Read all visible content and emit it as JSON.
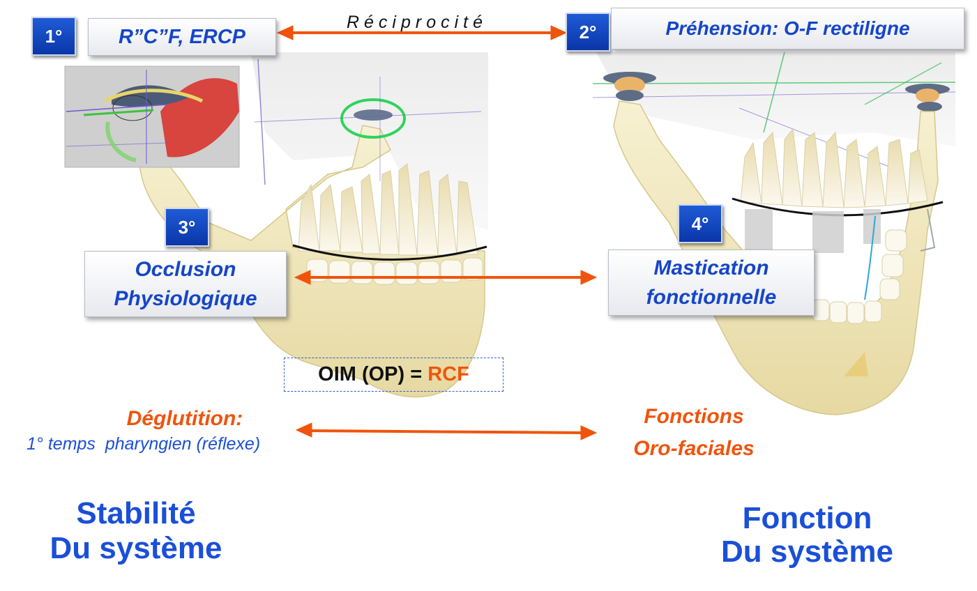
{
  "top": {
    "reciprocity_label": "Réciprocité",
    "box1": {
      "number": "1°",
      "label": "R”C”F, ERCP"
    },
    "box2": {
      "number": "2°",
      "label": "Préhension: O-F rectiligne"
    }
  },
  "middle": {
    "box3": {
      "number": "3°",
      "line1": "Occlusion",
      "line2": "Physiologique"
    },
    "box4": {
      "number": "4°",
      "line1": "Mastication",
      "line2": "fonctionnelle"
    }
  },
  "equation": {
    "prefix": "OIM (OP) = ",
    "highlight": "RCF"
  },
  "functions": {
    "left_title": "Déglutition:",
    "left_subtitle": "1° temps  pharyngien (réflexe)",
    "right_line1": "Fonctions",
    "right_line2": "Oro-faciales"
  },
  "bottom": {
    "left_line1": "Stabilité",
    "left_line2": "Du système",
    "right_line1": "Fonction",
    "right_line2": "Du système"
  },
  "colors": {
    "blue": "#1a4fd8",
    "orange": "#f0540c",
    "bone": "#f3ecc4",
    "tooth": "#f7f3e6"
  }
}
